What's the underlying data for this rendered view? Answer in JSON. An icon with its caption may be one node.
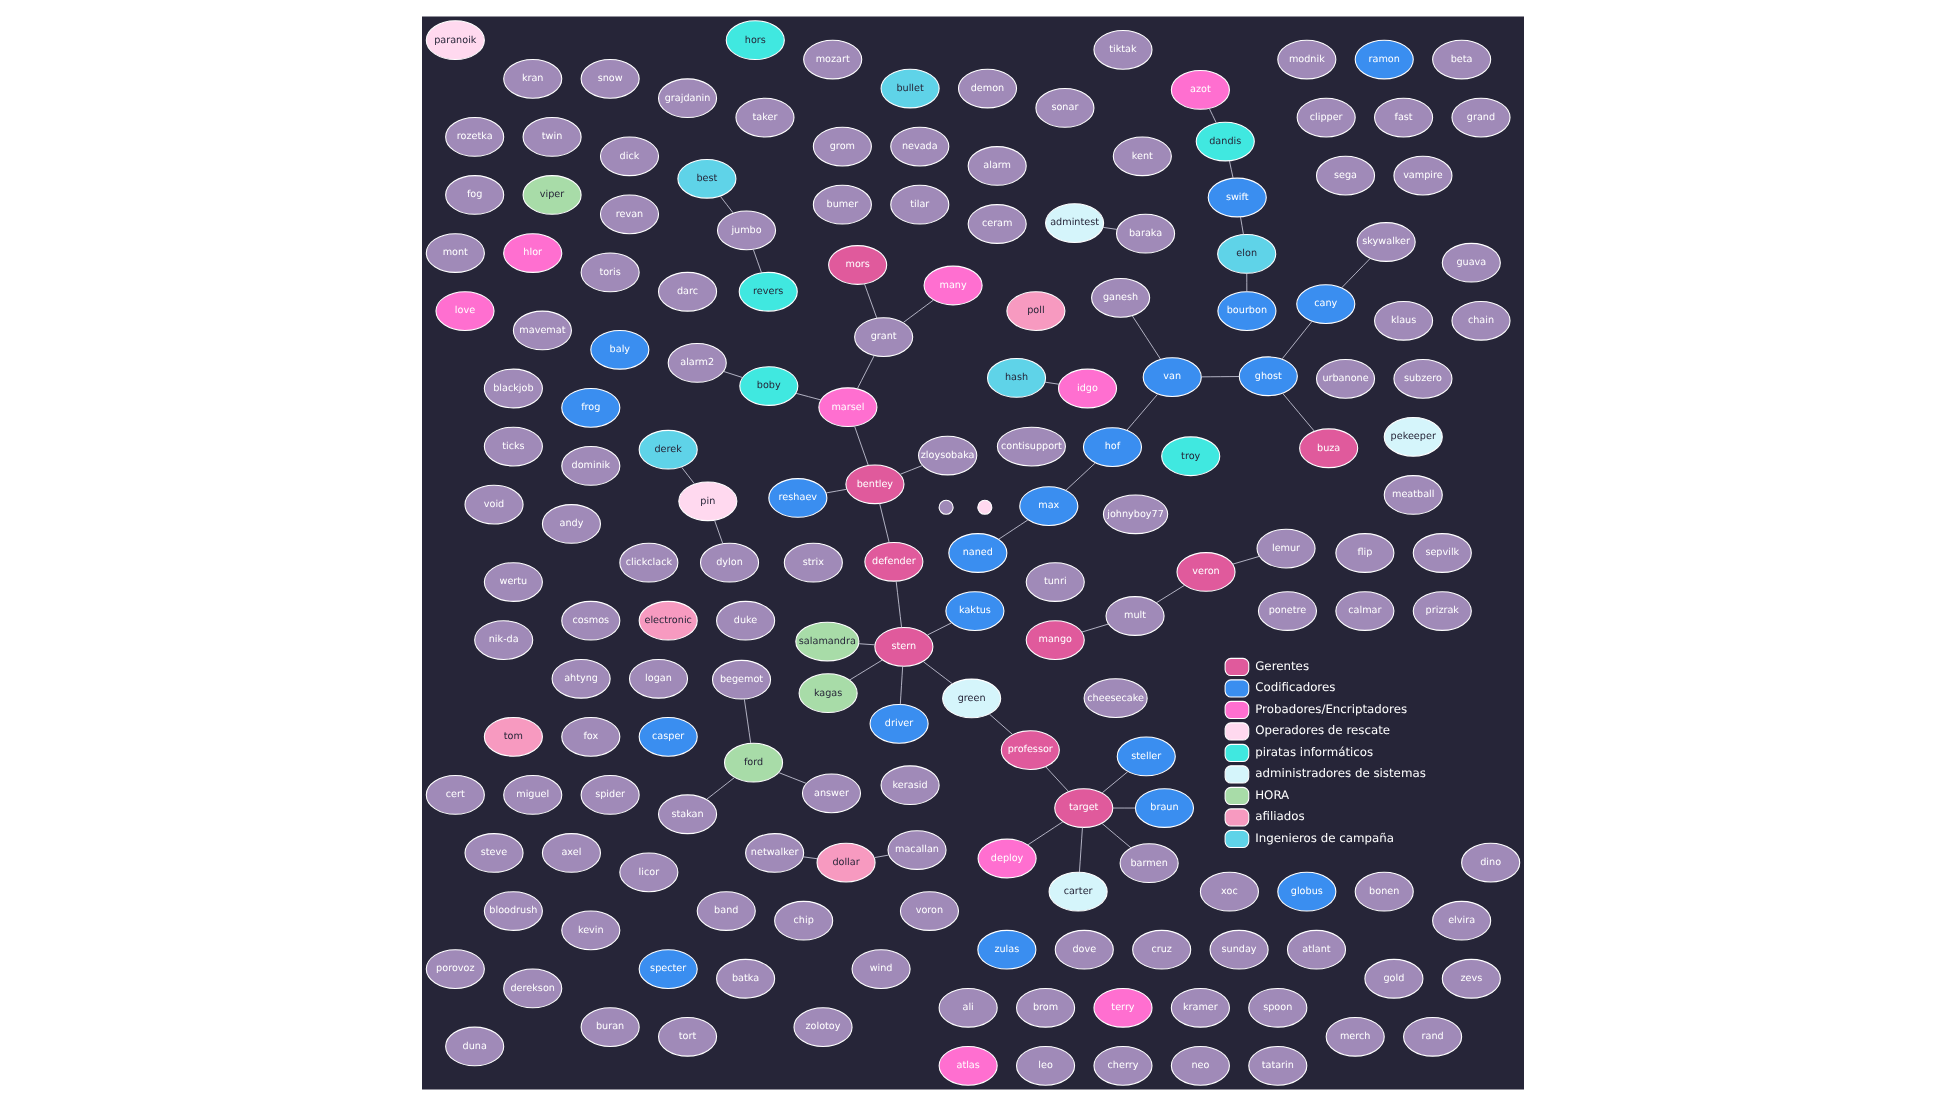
{
  "diagram": {
    "nodes": [
      {
        "text": [
          "tunri"
        ]
      },
      {
        "text": [
          "strix"
        ]
      },
      {
        "text": [
          "troy"
        ]
      },
      {
        "text": [
          "duke"
        ]
      },
      {
        "text": [
          "kerasid"
        ]
      },
      {
        "text": [
          "poll"
        ]
      },
      {
        "text": [
          "naned"
        ]
      },
      {
        "text": [
          "darc"
        ]
      },
      {
        "text": [
          "max"
        ]
      },
      {
        "text": [
          "hof"
        ]
      },
      {
        "text": [
          "electronic"
        ]
      },
      {
        "text": [
          "skywalker"
        ]
      },
      {
        "text": [
          "casper"
        ]
      },
      {
        "text": [
          "logan"
        ]
      },
      {
        "text": [
          "carter"
        ]
      },
      {
        "text": [
          "ponetre"
        ]
      },
      {
        "text": [
          "clickclack"
        ]
      },
      {
        "text": [
          "licor"
        ]
      },
      {
        "text": [
          "ceram"
        ]
      },
      {
        "text": [
          "xoc"
        ]
      },
      {
        "text": [
          "cany"
        ]
      },
      {
        "text": [
          "ganesh"
        ]
      },
      {
        "text": [
          "van"
        ]
      },
      {
        "text": [
          "globus"
        ]
      },
      {
        "text": [
          "revan"
        ]
      },
      {
        "text": [
          "target"
        ]
      },
      {
        "text": [
          "tilar"
        ]
      },
      {
        "text": [
          "bumer"
        ]
      },
      {
        "text": [
          "barmen"
        ]
      },
      {
        "text": [
          "baly"
        ]
      },
      {
        "text": [
          "toris"
        ]
      },
      {
        "text": [
          "spider"
        ]
      },
      {
        "text": [
          "ghost"
        ]
      },
      {
        "text": [
          "band"
        ]
      },
      {
        "text": [
          "voron"
        ]
      },
      {
        "text": [
          "steller"
        ]
      },
      {
        "text": [
          "chip"
        ]
      },
      {
        "text": [
          "braun"
        ]
      },
      {
        "text": [
          "deploy"
        ]
      },
      {
        "text": [
          "urbanone"
        ]
      },
      {
        "text": [
          "sega"
        ]
      },
      {
        "text": [
          "frog"
        ]
      },
      {
        "text": [
          "buza"
        ]
      },
      {
        "text": [
          "dominik"
        ]
      },
      {
        "text": [
          "cosmos"
        ]
      },
      {
        "text": [
          "fox"
        ]
      },
      {
        "text": [
          "kevin"
        ]
      },
      {
        "text": [
          "alarm"
        ]
      },
      {
        "text": [
          "ahtyng"
        ]
      },
      {
        "text": [
          "salamandra"
        ]
      },
      {
        "text": [
          "zulas"
        ]
      },
      {
        "text": [
          "azot"
        ]
      },
      {
        "text": [
          "dove"
        ]
      },
      {
        "text": [
          "cruz"
        ]
      },
      {
        "text": [
          "sunday"
        ]
      },
      {
        "text": [
          "professor"
        ]
      },
      {
        "text": [
          "atlant"
        ]
      },
      {
        "text": [
          "calmar"
        ]
      },
      {
        "text": [
          "flip"
        ]
      },
      {
        "text": [
          "dandis"
        ]
      },
      {
        "text": [
          "kent"
        ]
      },
      {
        "text": [
          "kagas"
        ]
      },
      {
        "text": [
          "green"
        ]
      },
      {
        "text": [
          "dick"
        ]
      },
      {
        "text": [
          "andy"
        ]
      },
      {
        "text": [
          "axel"
        ]
      },
      {
        "text": [
          "nevada"
        ]
      },
      {
        "text": [
          "grom"
        ]
      },
      {
        "text": [
          "bonen"
        ]
      },
      {
        "text": [
          "bourbon"
        ]
      },
      {
        "text": [
          "swift"
        ]
      },
      {
        "text": [
          "driver"
        ]
      },
      {
        "text": [
          "stern"
        ]
      },
      {
        "text": [
          "defender"
        ]
      },
      {
        "text": [
          "bentley"
        ]
      },
      {
        "text": [
          "twin"
        ]
      },
      {
        "text": [
          "marsel"
        ]
      },
      {
        "text": [
          "viper"
        ]
      },
      {
        "text": [
          "elon"
        ]
      },
      {
        "text": [
          "specter"
        ]
      },
      {
        "text": [
          "wind"
        ]
      },
      {
        "text": [
          "gold"
        ]
      },
      {
        "text": [
          "mavemat"
        ]
      },
      {
        "text": [
          "kaktus"
        ]
      },
      {
        "text": [
          "zloysobaka"
        ]
      },
      {
        "text": [
          "mors"
        ]
      },
      {
        "text": [
          "batka"
        ]
      },
      {
        "text": [
          "grant"
        ]
      },
      {
        "text": [
          "contisupport"
        ]
      },
      {
        "text": [
          "boby"
        ]
      },
      {
        "text": [
          "alarm2"
        ]
      },
      {
        "text": [
          "klaus"
        ]
      },
      {
        "text": [
          "fast"
        ]
      },
      {
        "text": [
          "clipper"
        ]
      },
      {
        "text": [
          "taker"
        ]
      },
      {
        "text": [
          "hash"
        ]
      },
      {
        "text": [
          "hlor"
        ]
      },
      {
        "text": [
          "miguel"
        ]
      },
      {
        "text": [
          "derekson"
        ]
      },
      {
        "text": [
          "meatball"
        ]
      },
      {
        "text": [
          "pekeeper"
        ]
      },
      {
        "text": [
          "sonar"
        ]
      },
      {
        "text": [
          "ali"
        ]
      },
      {
        "text": [
          "brom"
        ]
      },
      {
        "text": [
          "terry"
        ]
      },
      {
        "text": [
          "kramer"
        ]
      },
      {
        "text": [
          "spoon"
        ]
      },
      {
        "text": [
          "subzero"
        ]
      },
      {
        "text": [
          "vampire"
        ]
      },
      {
        "text": [
          "reshaev"
        ]
      },
      {
        "text": [
          "idgo"
        ]
      },
      {
        "text": [
          "many"
        ]
      },
      {
        "text": [
          "grajdanin"
        ]
      },
      {
        "text": [
          "blackjob"
        ]
      },
      {
        "text": [
          "cheesecake"
        ]
      },
      {
        "text": [
          "ticks"
        ]
      },
      {
        "text": [
          "wertu"
        ]
      },
      {
        "text": [
          "tom"
        ]
      },
      {
        "text": [
          "bloodrush"
        ]
      },
      {
        "text": [
          "demon"
        ]
      },
      {
        "text": [
          "bullet"
        ]
      },
      {
        "text": [
          "nik-da"
        ]
      },
      {
        "text": [
          "prizrak"
        ]
      },
      {
        "text": [
          "best"
        ]
      },
      {
        "text": [
          "sepvilk"
        ]
      },
      {
        "text": [
          "admintest"
        ]
      },
      {
        "text": [
          "snow"
        ]
      },
      {
        "text": [
          "kran"
        ]
      },
      {
        "text": [
          "void"
        ]
      },
      {
        "text": [
          "steve"
        ]
      },
      {
        "text": [
          "baraka"
        ]
      },
      {
        "text": [
          "buran"
        ]
      },
      {
        "text": [
          "mango"
        ]
      },
      {
        "text": [
          "jumbo"
        ]
      },
      {
        "text": [
          "zolotoy"
        ]
      },
      {
        "text": [
          "merch"
        ]
      },
      {
        "text": [
          "rand"
        ]
      },
      {
        "text": [
          "tort"
        ]
      },
      {
        "text": [
          "elvira"
        ]
      },
      {
        "text": [
          "beta"
        ]
      },
      {
        "text": [
          "lemur"
        ]
      },
      {
        "text": [
          "derek"
        ]
      },
      {
        "text": [
          "stakan"
        ]
      },
      {
        "text": [
          "mult"
        ]
      },
      {
        "text": [
          "ramon"
        ]
      },
      {
        "text": [
          "modnik"
        ]
      },
      {
        "text": [
          "revers"
        ]
      },
      {
        "text": [
          "mozart"
        ]
      },
      {
        "text": [
          "rozetka"
        ]
      },
      {
        "text": [
          "fog"
        ]
      },
      {
        "text": [
          "answer"
        ]
      },
      {
        "text": [
          "duna"
        ]
      },
      {
        "text": [
          "zevs"
        ]
      },
      {
        "text": [
          "veron"
        ]
      },
      {
        "text": [
          "guava"
        ]
      },
      {
        "text": [
          "tiktak"
        ]
      },
      {
        "text": [
          "ford"
        ]
      },
      {
        "text": [
          "johnyboy77"
        ]
      },
      {
        "text": [
          "pin"
        ]
      },
      {
        "text": [
          "love"
        ]
      },
      {
        "text": [
          "atlas"
        ]
      },
      {
        "text": [
          "leo"
        ]
      },
      {
        "text": [
          "cherry"
        ]
      },
      {
        "text": [
          "begemot"
        ]
      },
      {
        "text": [
          "neo"
        ]
      },
      {
        "text": [
          "tatarin"
        ]
      },
      {
        "text": [
          "chain"
        ]
      },
      {
        "text": [
          "grand"
        ]
      },
      {
        "text": [
          "hors"
        ]
      },
      {
        "text": [
          "netwalker"
        ]
      },
      {
        "text": [
          "dylon"
        ]
      },
      {
        "text": [
          "paranoik"
        ]
      },
      {
        "text": [
          "mont"
        ]
      },
      {
        "text": [
          "macallan"
        ]
      },
      {
        "text": [
          "dollar"
        ]
      },
      {
        "text": [
          "cert"
        ]
      },
      {
        "text": [
          "porovoz"
        ]
      },
      {
        "text": [
          "dino"
        ]
      },
      {
        "text": [],
        "shape": "circle"
      },
      {
        "text": [],
        "shape": "circle"
      }
    ],
    "edges": [
      {
        "from": 25,
        "to": 14,
        "arrow": "none"
      },
      {
        "from": 25,
        "to": 38,
        "arrow": "none"
      },
      {
        "from": 25,
        "to": 28,
        "arrow": "none"
      },
      {
        "from": 25,
        "to": 35,
        "arrow": "none"
      },
      {
        "from": 25,
        "to": 37,
        "arrow": "none"
      },
      {
        "from": 25,
        "to": 55,
        "arrow": "none"
      },
      {
        "from": 6,
        "to": 8,
        "arrow": "none"
      },
      {
        "from": 8,
        "to": 9,
        "arrow": "none"
      },
      {
        "from": 9,
        "to": 22,
        "arrow": "none"
      },
      {
        "from": 22,
        "to": 32,
        "arrow": "none"
      },
      {
        "from": 20,
        "to": 32,
        "arrow": "none"
      },
      {
        "from": 32,
        "to": 42,
        "arrow": "none"
      },
      {
        "from": 22,
        "to": 21,
        "arrow": "none"
      },
      {
        "from": 20,
        "to": 11,
        "arrow": "none"
      },
      {
        "from": 49,
        "to": 72,
        "arrow": "none"
      },
      {
        "from": 59,
        "to": 51,
        "arrow": "none"
      },
      {
        "from": 69,
        "to": 78,
        "arrow": "none"
      },
      {
        "from": 78,
        "to": 70,
        "arrow": "none"
      },
      {
        "from": 70,
        "to": 59,
        "arrow": "none"
      },
      {
        "from": 71,
        "to": 72,
        "arrow": "none"
      },
      {
        "from": 72,
        "to": 73,
        "arrow": "none"
      },
      {
        "from": 73,
        "to": 74,
        "arrow": "none"
      },
      {
        "from": 74,
        "to": 76,
        "arrow": "none"
      },
      {
        "from": 85,
        "to": 87,
        "arrow": "none"
      },
      {
        "from": 87,
        "to": 76,
        "arrow": "none"
      },
      {
        "from": 87,
        "to": 111,
        "arrow": "none"
      },
      {
        "from": 74,
        "to": 109,
        "arrow": "none"
      },
      {
        "from": 95,
        "to": 110,
        "arrow": "none"
      },
      {
        "from": 123,
        "to": 133,
        "arrow": "none"
      },
      {
        "from": 133,
        "to": 146,
        "arrow": "none"
      },
      {
        "from": 132,
        "to": 143,
        "arrow": "none"
      },
      {
        "from": 143,
        "to": 153,
        "arrow": "none"
      },
      {
        "from": 140,
        "to": 153,
        "arrow": "none"
      },
      {
        "from": 125,
        "to": 130,
        "arrow": "none"
      },
      {
        "from": 156,
        "to": 142,
        "arrow": "none"
      },
      {
        "from": 156,
        "to": 150,
        "arrow": "none"
      },
      {
        "from": 156,
        "to": 163,
        "arrow": "none"
      },
      {
        "from": 158,
        "to": 141,
        "arrow": "none"
      },
      {
        "from": 158,
        "to": 170,
        "arrow": "none"
      },
      {
        "from": 169,
        "to": 174,
        "arrow": "none"
      },
      {
        "from": 173,
        "to": 174,
        "arrow": "none"
      },
      {
        "from": 55,
        "to": 62,
        "arrow": "none"
      },
      {
        "from": 62,
        "to": 72,
        "arrow": "none"
      },
      {
        "from": 61,
        "to": 72,
        "arrow": "none"
      },
      {
        "from": 83,
        "to": 72,
        "arrow": "none"
      },
      {
        "from": 84,
        "to": 74,
        "arrow": "none"
      },
      {
        "from": 89,
        "to": 76,
        "arrow": "none"
      },
      {
        "from": 89,
        "to": 90,
        "arrow": "none"
      }
    ],
    "legend": [
      {
        "text": "Gerentes",
        "color": "#e05a9c"
      },
      {
        "text": "Codificadores",
        "color": "#3a8ef0"
      },
      {
        "text": "Probadores/Encriptadores",
        "color": "#ff6fd0"
      },
      {
        "text": "Operadores de rescate",
        "color": "#ffd9ef"
      },
      {
        "text": "piratas informáticos",
        "color": "#40e8e0"
      },
      {
        "text": "administradores de sistemas",
        "color": "#d5f5fb"
      },
      {
        "text": "HORA",
        "color": "#a8dca8"
      },
      {
        "text": "afiliados",
        "color": "#f79ac0"
      },
      {
        "text": "Ingenieros de campaña",
        "color": "#5fd3e8"
      }
    ]
  }
}
